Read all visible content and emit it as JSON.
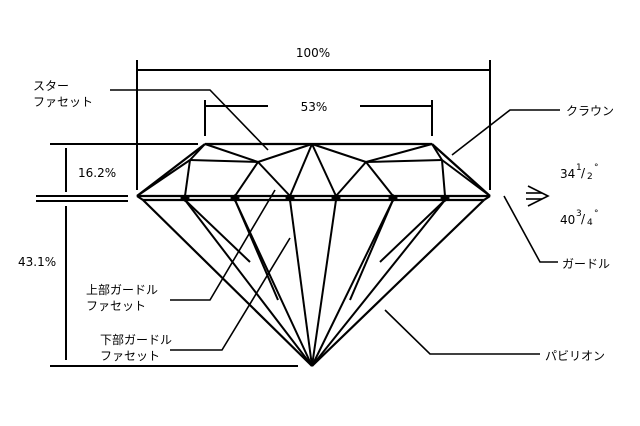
{
  "dimensions": {
    "table_width": "100%",
    "table_percent": "53%",
    "crown_height": "16.2%",
    "pavilion_depth": "43.1%"
  },
  "labels": {
    "star_facet_line1": "スター",
    "star_facet_line2": "ファセット",
    "crown": "クラウン",
    "girdle": "ガードル",
    "upper_girdle_line1": "上部ガードル",
    "upper_girdle_line2": "ファセット",
    "lower_girdle_line1": "下部ガードル",
    "lower_girdle_line2": "ファセット",
    "pavilion": "パビリオン"
  },
  "angles": {
    "crown_angle_main": "34",
    "crown_angle_frac_num": "1",
    "crown_angle_frac_den": "2",
    "pavilion_angle_main": "40",
    "pavilion_angle_frac_num": "3",
    "pavilion_angle_frac_den": "4",
    "degree_symbol": "°"
  }
}
